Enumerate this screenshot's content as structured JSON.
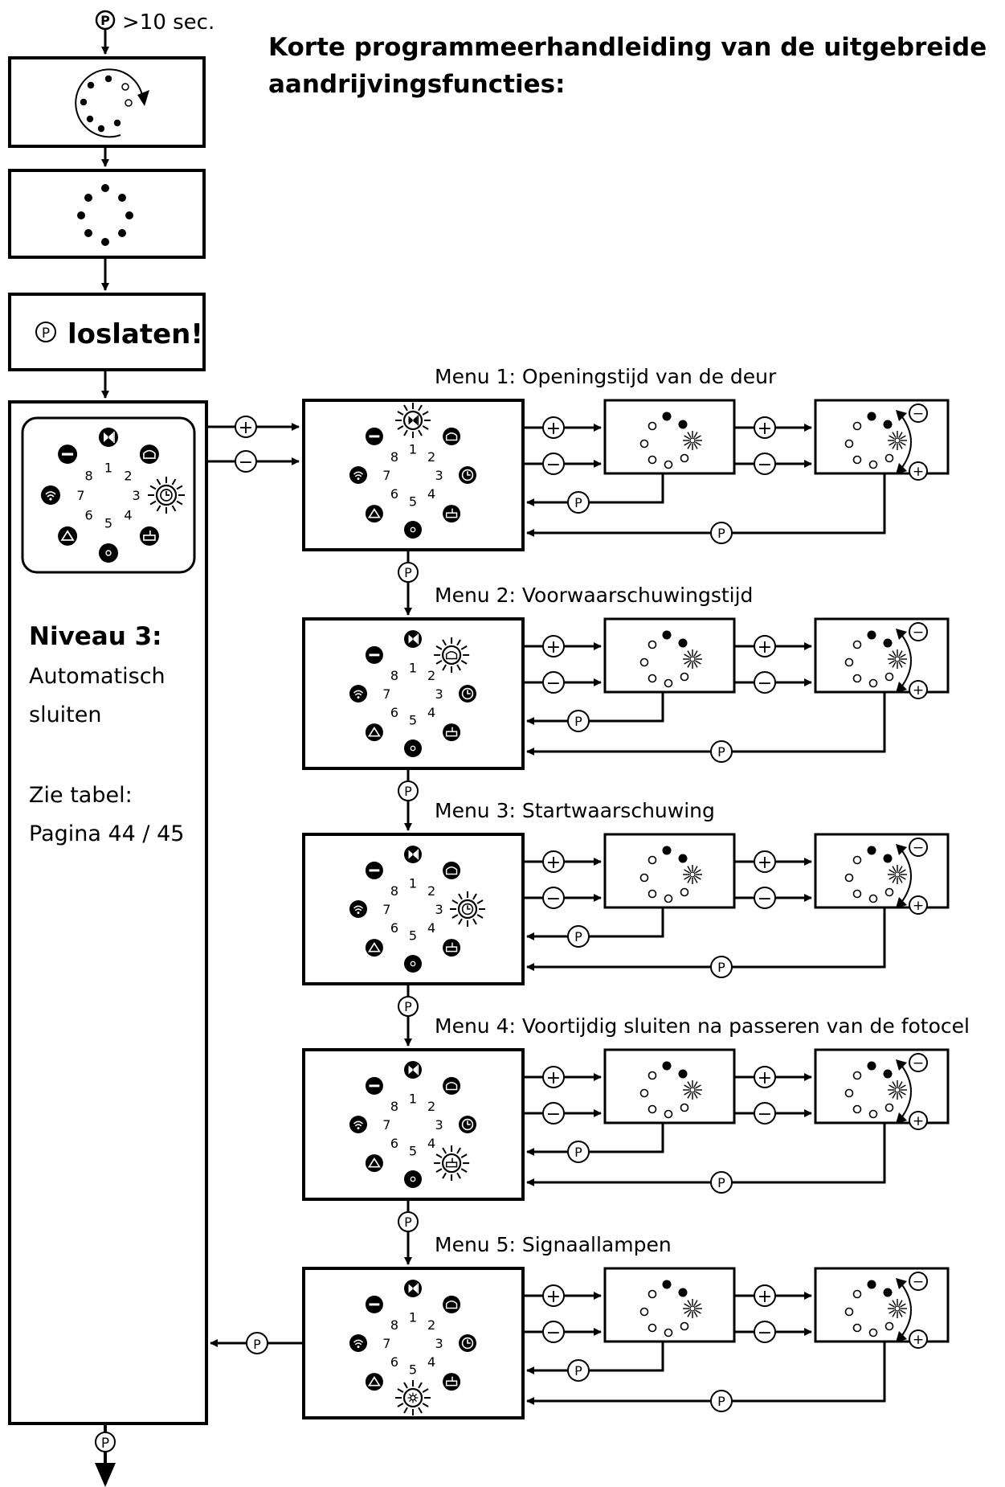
{
  "title": {
    "line1": "Korte programmeerhandleiding van de uitgebreide",
    "line2": "aandrijvingsfuncties:"
  },
  "entry": {
    "start_label": ">10 sec.",
    "release_label": "loslaten!"
  },
  "level": {
    "heading": "Niveau 3:",
    "name_line1": "Automatisch",
    "name_line2": "sluiten",
    "ref_line1": "Zie tabel:",
    "ref_line2": "Pagina 44 / 45"
  },
  "symbols": {
    "program": "P",
    "plus": "+",
    "minus": "−"
  },
  "dial_numbers": [
    "1",
    "2",
    "3",
    "4",
    "5",
    "6",
    "7",
    "8"
  ],
  "panel_icons": [
    "door-opening-icon",
    "warning-light-icon",
    "clock-icon",
    "photocell-icon",
    "signal-lamp-icon",
    "up-arrow-icon",
    "wireless-icon",
    "minus-circle-icon"
  ],
  "level_active_icon": "clock-icon",
  "menus": [
    {
      "title": "Menu 1: Openingstijd van de deur",
      "active_icon": "door-opening-icon"
    },
    {
      "title": "Menu 2: Voorwaarschuwingstijd",
      "active_icon": "warning-light-icon"
    },
    {
      "title": "Menu 3: Startwaarschuwing",
      "active_icon": "clock-icon"
    },
    {
      "title": "Menu 4: Voortijdig sluiten na passeren van de fotocel",
      "active_icon": "photocell-icon"
    },
    {
      "title": "Menu 5: Signaallampen",
      "active_icon": "signal-lamp-icon"
    }
  ]
}
